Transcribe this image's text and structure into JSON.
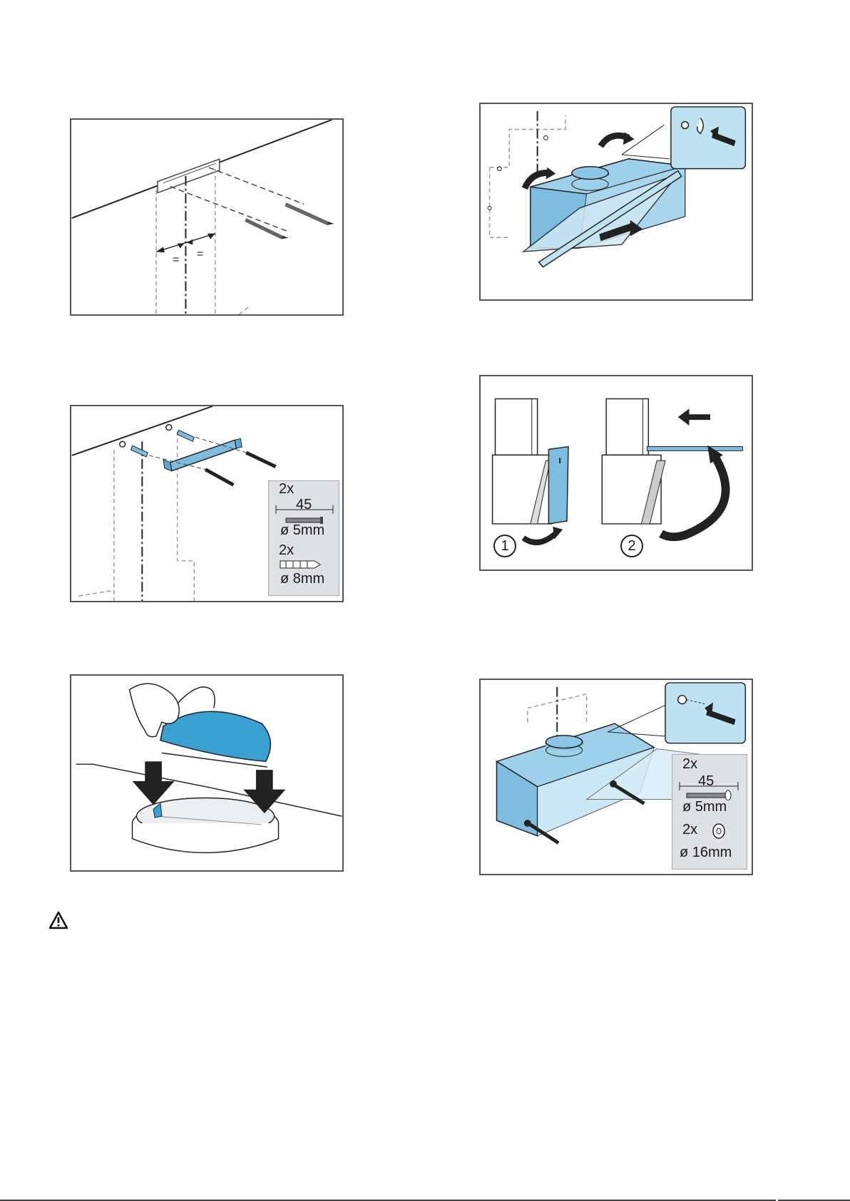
{
  "colors": {
    "accent_blue": "#7fbde0",
    "deep_blue": "#3a9fd1",
    "light_blue": "#bfe2f2",
    "legend_bg": "#dfe0e4",
    "line": "#222222"
  },
  "panel1": {
    "equals_left": "=",
    "equals_right": "="
  },
  "panel3": {
    "qty1": "2x",
    "dim": "45",
    "screw_dia": "ø 5mm",
    "qty2": "2x",
    "dowel_dia": "ø 8mm"
  },
  "panel4": {
    "step1": "1",
    "step2": "2"
  },
  "panel6": {
    "qty1": "2x",
    "dim": "45",
    "screw_dia": "ø 5mm",
    "qty2": "2x",
    "washer_dia": "ø 16mm"
  },
  "icons": [
    "warning-triangle-icon",
    "arrow-icon",
    "screw-icon",
    "dowel-icon",
    "washer-icon",
    "hand-icon"
  ]
}
